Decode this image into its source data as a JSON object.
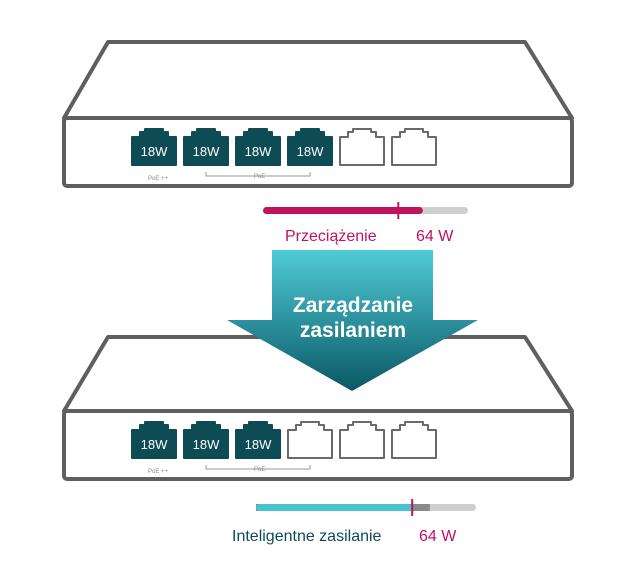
{
  "colors": {
    "outline": "#5f5f5f",
    "port_active": "#0e4c55",
    "port_idle": "#ffffff",
    "overload": "#c0135f",
    "smart": "#46c2d0",
    "bar_track": "#cfcfcf",
    "arrow_top": "#4fcbd6",
    "arrow_bottom": "#0b5866"
  },
  "top_switch": {
    "ports": [
      {
        "active": true,
        "label": "18W"
      },
      {
        "active": true,
        "label": "18W"
      },
      {
        "active": true,
        "label": "18W"
      },
      {
        "active": true,
        "label": "18W"
      },
      {
        "active": false,
        "label": ""
      },
      {
        "active": false,
        "label": ""
      }
    ],
    "poe_plus_label": "PoE ++",
    "poe_label": "PoE"
  },
  "bottom_switch": {
    "ports": [
      {
        "active": true,
        "label": "18W"
      },
      {
        "active": true,
        "label": "18W"
      },
      {
        "active": true,
        "label": "18W"
      },
      {
        "active": false,
        "label": ""
      },
      {
        "active": false,
        "label": ""
      },
      {
        "active": false,
        "label": ""
      }
    ],
    "poe_plus_label": "PoE ++",
    "poe_label": "PoE"
  },
  "overload": {
    "label": "Przeciążenie",
    "value_label": "64 W",
    "fill_fraction": 0.78,
    "marker_fraction": 0.66
  },
  "arrow": {
    "line1": "Zarządzanie",
    "line2": "zasilaniem"
  },
  "smart": {
    "label": "Inteligentne zasilanie",
    "value_label": "64 W",
    "fill_fraction": 0.71,
    "reserve_fraction": 0.08,
    "marker_fraction": 0.71
  }
}
